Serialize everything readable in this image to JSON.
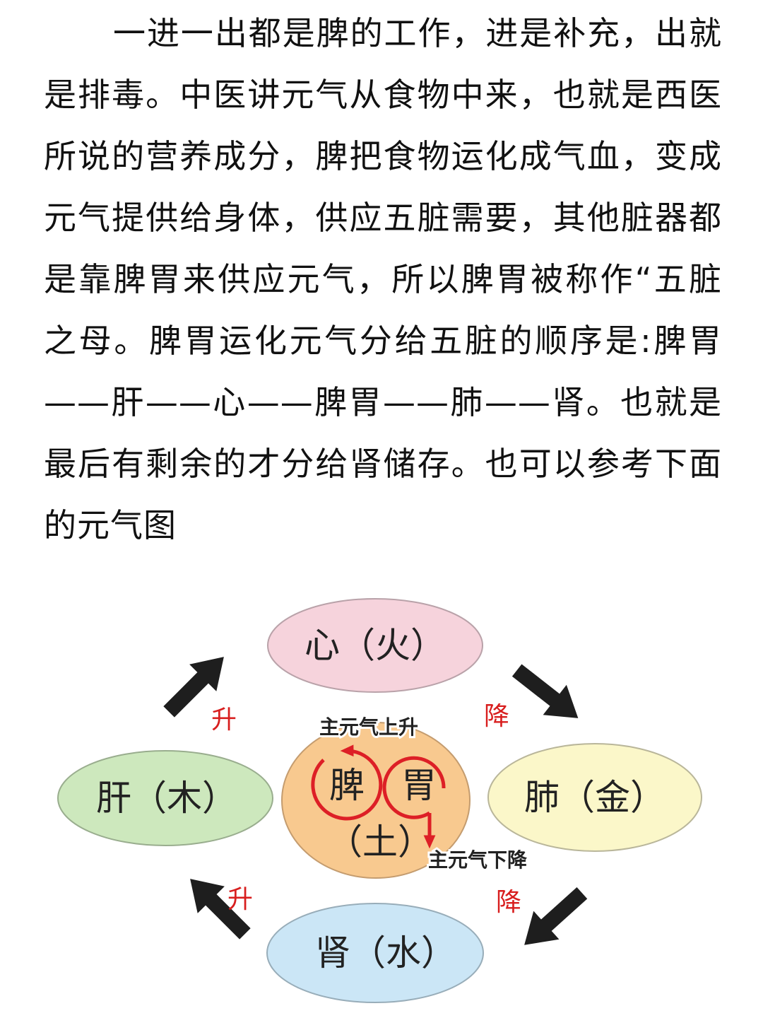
{
  "article": {
    "paragraph": "一进一出都是脾的工作，进是补充，出就是排毒。中医讲元气从食物中来，也就是西医所说的营养成分，脾把食物运化成气血，变成元气提供给身体，供应五脏需要，其他脏器都是靠脾胃来供应元气，所以脾胃被称作“五脏之母。脾胃运化元气分给五脏的顺序是:脾胃——肝——心——脾胃——肺——肾。也就是最后有剩余的才分给肾储存。也可以参考下面的元气图"
  },
  "diagram": {
    "organs": {
      "heart": "心（火）",
      "liver": "肝（木）",
      "lung": "肺（金）",
      "kidney": "肾（水）",
      "spleen": "脾",
      "stomach": "胃",
      "earth": "（土）"
    },
    "flow_labels": {
      "rise_upper": "升",
      "rise_lower": "升",
      "descend_upper": "降",
      "descend_lower": "降"
    },
    "captions": {
      "spleen_rise": "主元气上升",
      "stomach_descend": "主元气下降"
    },
    "colors": {
      "heart_fill": "#f6d3dc",
      "liver_fill": "#cde8bd",
      "lung_fill": "#fbf7c9",
      "kidney_fill": "#cbe6f6",
      "earth_fill": "#f8c98f",
      "flow_text": "#d81e1e",
      "circle_arrow": "#dd1f26",
      "big_arrow": "#1e1e1e"
    }
  }
}
